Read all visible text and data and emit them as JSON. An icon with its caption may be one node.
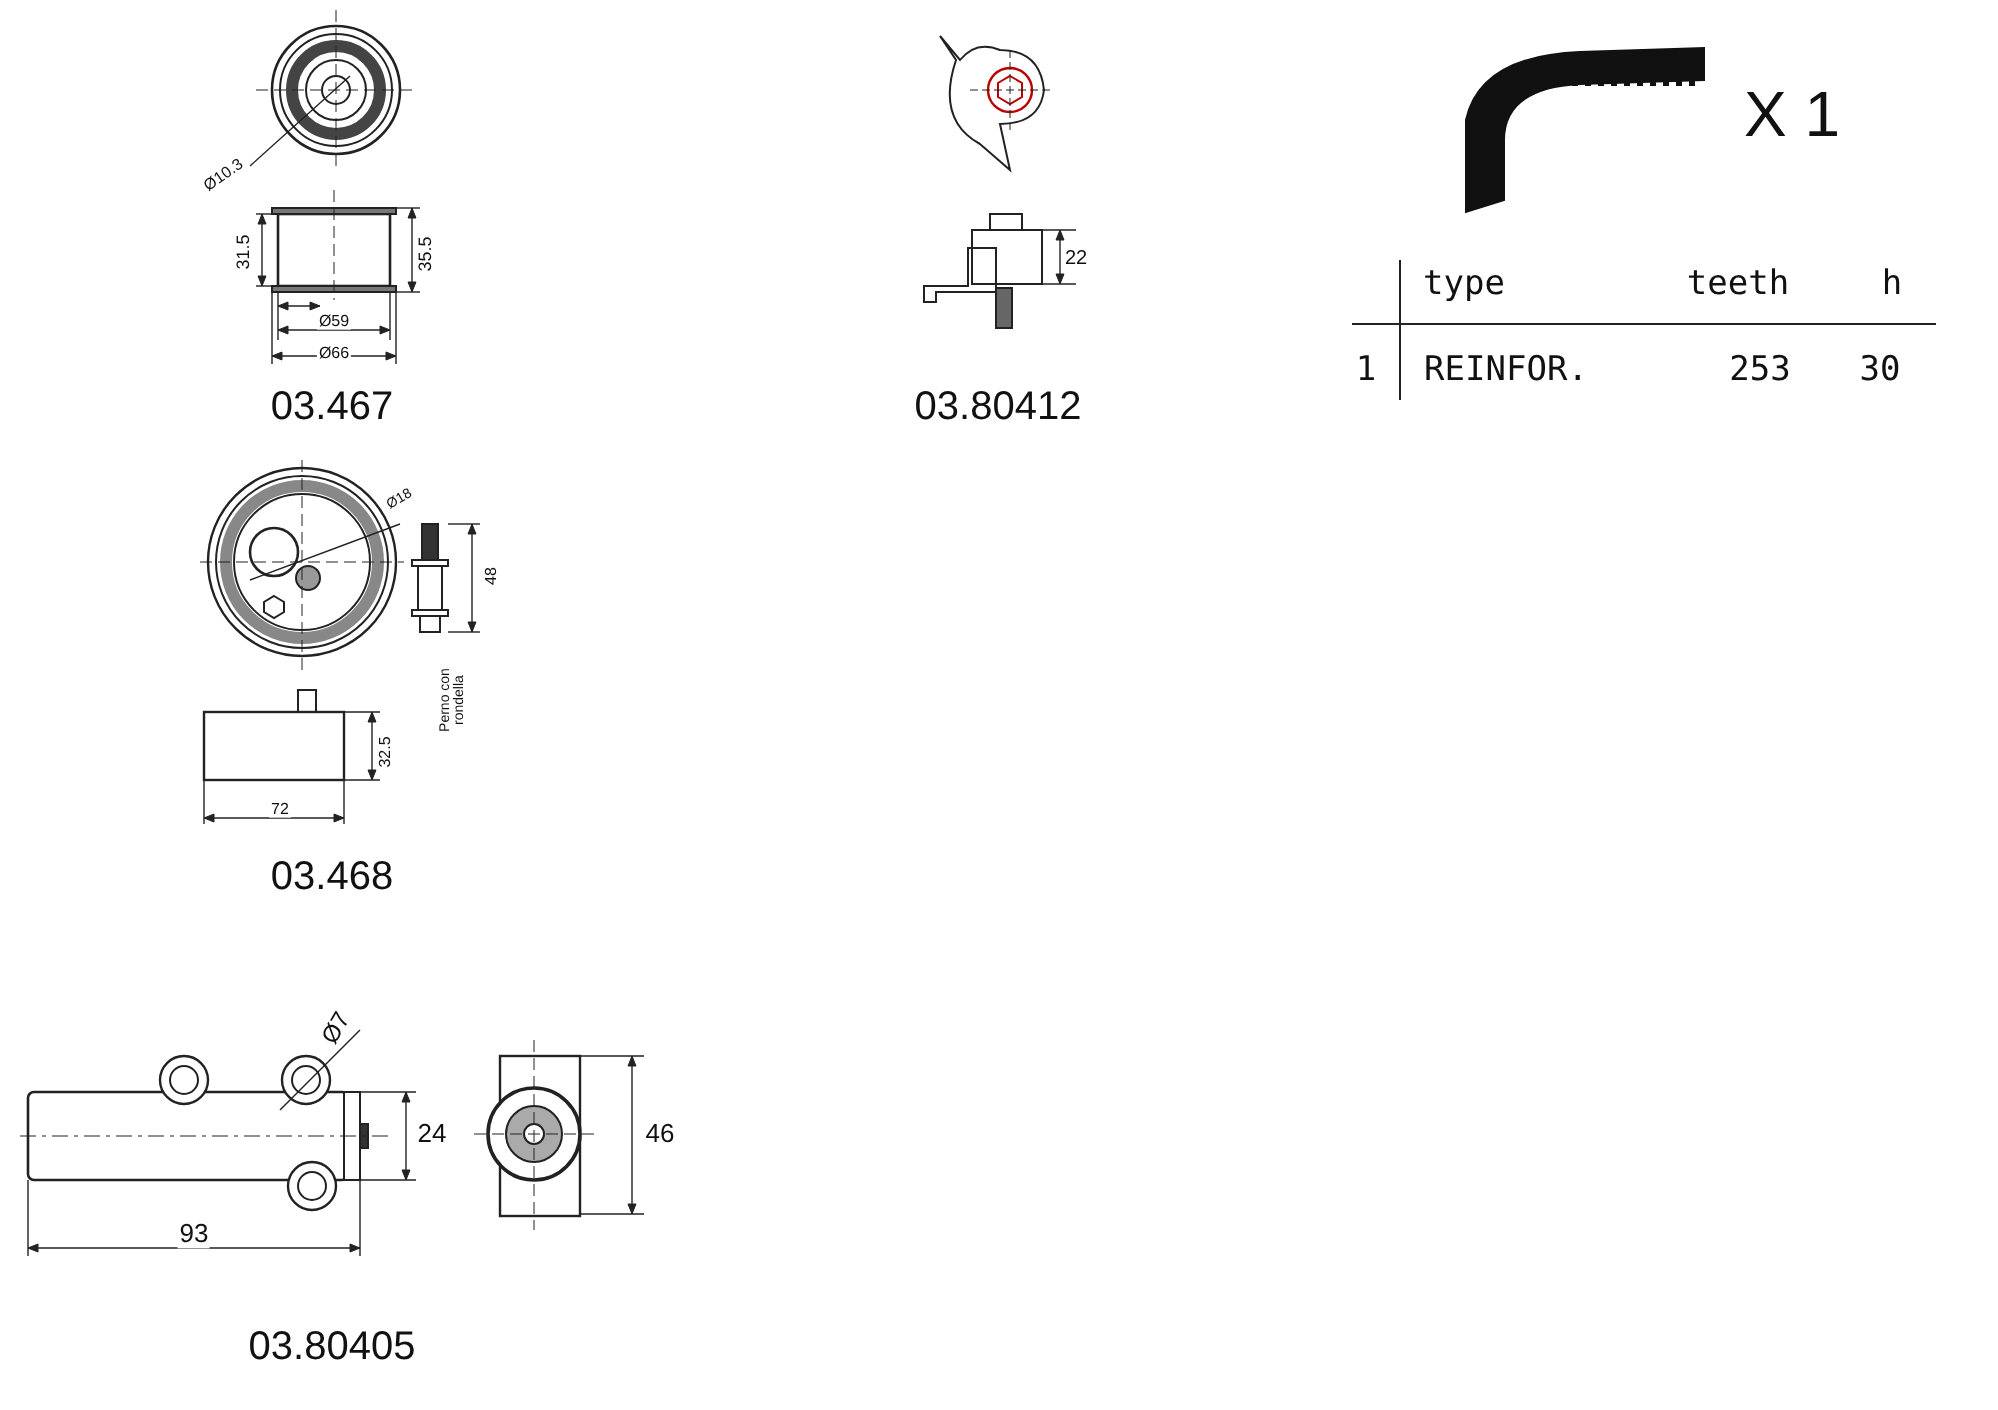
{
  "diagram": {
    "labels": [
      "Ø10.3",
      "31.5",
      "35.5",
      "Ø59",
      "Ø66",
      "03.467",
      "22",
      "03.80412",
      "X 1",
      "type",
      "teeth",
      "h",
      "1",
      "REINFOR.",
      "253",
      "30",
      "Ø18",
      "48",
      "32.5",
      "72",
      "Perno con rondella",
      "03.468",
      "Ø7",
      "24",
      "93",
      "46",
      "03.80405"
    ]
  }
}
